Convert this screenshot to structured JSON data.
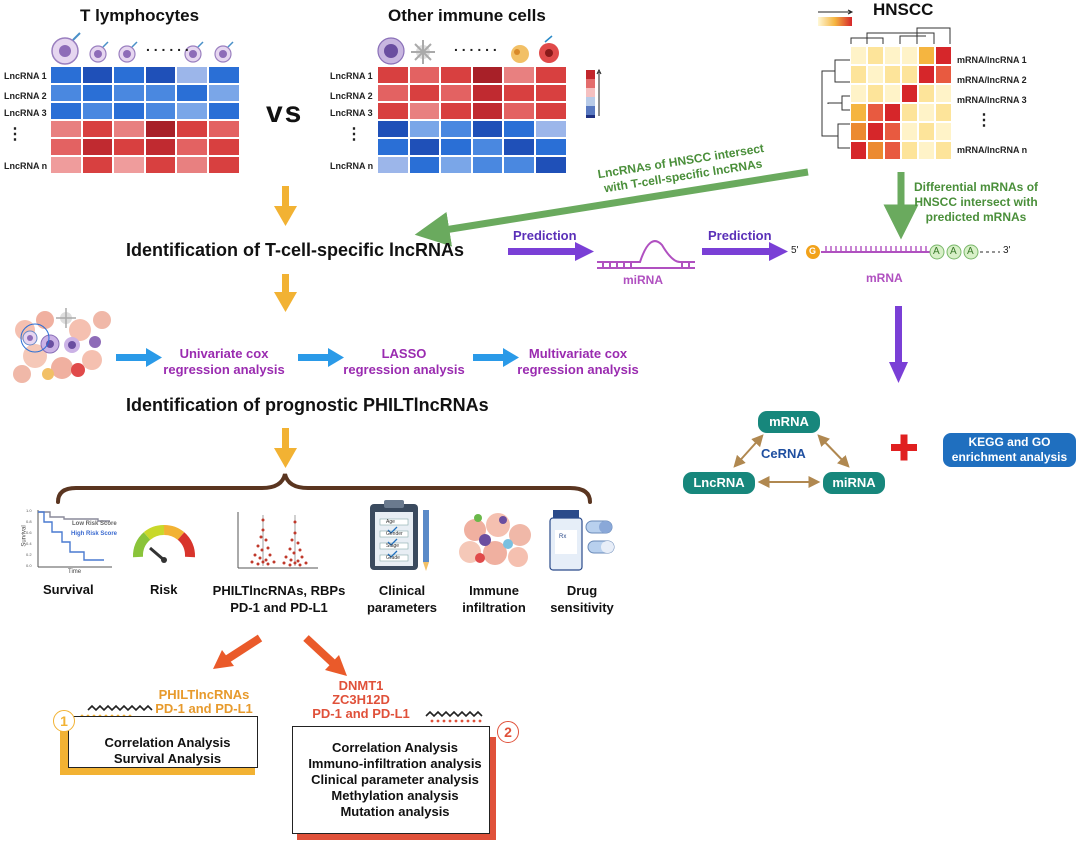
{
  "t_lymphocytes": {
    "title": "T lymphocytes",
    "dots": ". . . . . .",
    "rows": [
      "LncRNA 1",
      "LncRNA 2",
      "LncRNA 3",
      "⋮",
      "LncRNA n"
    ]
  },
  "vs": "vs",
  "other_cells": {
    "title": "Other immune cells",
    "dots": ". . . . . .",
    "rows": [
      "LncRNA 1",
      "LncRNA 2",
      "LncRNA 3",
      "⋮",
      "LncRNA n"
    ]
  },
  "hnscc": {
    "title": "HNSCC",
    "rows": [
      "mRNA/lncRNA 1",
      "mRNA/lncRNA 2",
      "mRNA/lncRNA 3",
      "⋮",
      "mRNA/lncRNA n"
    ]
  },
  "green_label_1": [
    "LncRNAs of HNSCC intersect",
    "with T-cell-specific lncRNAs"
  ],
  "green_label_2": [
    "Differential mRNAs of",
    "HNSCC intersect with",
    "predicted mRNAs"
  ],
  "identify_t": "Identification of T-cell-specific lncRNAs",
  "prediction_1": "Prediction",
  "prediction_2": "Prediction",
  "mirna": "miRNA",
  "mrna": "mRNA",
  "five_prime": "5'",
  "three_prime": "3'",
  "cap": "G",
  "poly_a": [
    "A",
    "A",
    "A"
  ],
  "univariate": [
    "Univariate cox",
    "regression analysis"
  ],
  "lasso": [
    "LASSO",
    "regression analysis"
  ],
  "multivariate": [
    "Multivariate cox",
    "regression analysis"
  ],
  "identify_prog": "Identification of prognostic PHILTlncRNAs",
  "cerna": {
    "top": "mRNA",
    "left": "LncRNA",
    "right": "miRNA",
    "center": "CeRNA",
    "plus": "+",
    "kegg": [
      "KEGG and GO",
      "enrichment analysis"
    ]
  },
  "survival_chart": {
    "ylabel": "Survival",
    "xlabel": "Time",
    "low": "Low Risk Score",
    "high": "High Risk Score",
    "ticks": [
      "1.0",
      "0.8",
      "0.6",
      "0.4",
      "0.2",
      "0.0"
    ]
  },
  "clinical_form": [
    "Age",
    "Gender",
    "Stage",
    "Grade"
  ],
  "drug_label": "Rx",
  "outcomes": [
    {
      "label": [
        "Survival"
      ]
    },
    {
      "label": [
        "Risk"
      ]
    },
    {
      "label": [
        "PHILTlncRNAs, RBPs",
        "PD-1 and PD-L1"
      ]
    },
    {
      "label": [
        "Clinical",
        "parameters"
      ]
    },
    {
      "label": [
        "Immune",
        "infiltration"
      ]
    },
    {
      "label": [
        "Drug",
        "sensitivity"
      ]
    }
  ],
  "box1": {
    "num": "1",
    "header": [
      "PHILTlncRNAs",
      "PD-1 and PD-L1"
    ],
    "lines": [
      "Correlation Analysis",
      "Survival Analysis"
    ]
  },
  "box2": {
    "num": "2",
    "header": [
      "DNMT1",
      "ZC3H12D",
      "PD-1 and PD-L1"
    ],
    "lines": [
      "Correlation Analysis",
      "Immuno-infiltration analysis",
      "Clinical parameter analysis",
      "Methylation analysis",
      "Mutation analysis"
    ]
  },
  "colors": {
    "red": "#d84040",
    "blue": "#2a6fd6",
    "green": "#6aaa5e",
    "purple": "#7a3fd6",
    "orange": "#f2b233",
    "teal": "#17877c",
    "kegg": "#1f6fbf"
  }
}
